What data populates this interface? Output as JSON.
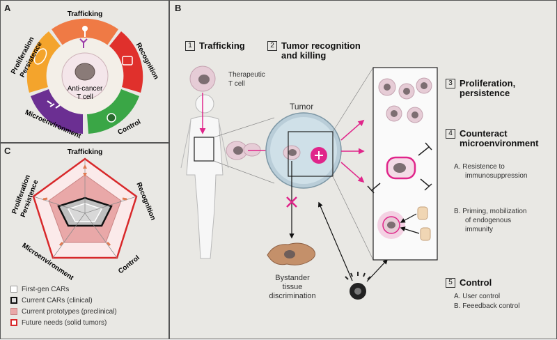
{
  "panel_a": {
    "label": "A",
    "segments": [
      "Trafficking",
      "Recognition",
      "Control",
      "Microenvironment",
      "Proliferation",
      "Persistence"
    ],
    "center_line1": "Anti-cancer",
    "center_line2": "T cell",
    "colors": {
      "trafficking": "#ef7a45",
      "recognition": "#e0302c",
      "control": "#3aa646",
      "microenvironment": "#6b2f92",
      "proliferation": "#f4a42c"
    }
  },
  "panel_c": {
    "label": "C",
    "axes": [
      "Trafficking",
      "Recognition",
      "Control",
      "Microenvironment",
      "Proliferation",
      "Persistence"
    ],
    "legend": [
      {
        "label": "First-gen CARs",
        "style": "outline-light"
      },
      {
        "label": "Current CARs (clinical)",
        "style": "outline-dark"
      },
      {
        "label": "Current prototypes (preclinical)",
        "style": "fill-pink"
      },
      {
        "label": "Future needs (solid tumors)",
        "style": "outline-red"
      }
    ]
  },
  "panel_b": {
    "label": "B",
    "step1": {
      "num": "1",
      "title": "Trafficking"
    },
    "step2": {
      "num": "2",
      "title_line1": "Tumor recognition",
      "title_line2": "and killing"
    },
    "therapeutic_line1": "Therapeutic",
    "therapeutic_line2": "T cell",
    "tumor": "Tumor",
    "bystander_line1": "Bystander",
    "bystander_line2": "tissue",
    "bystander_line3": "discrimination",
    "step3": {
      "num": "3",
      "title_line1": "Proliferation,",
      "title_line2": "persistence"
    },
    "step4": {
      "num": "4",
      "title_line1": "Counteract",
      "title_line2": "microenvironment"
    },
    "item_a_line1": "A.  Resistence to",
    "item_a_line2": "immunosuppression",
    "item_b_line1": "B.  Priming, mobilization",
    "item_b_line2": "of endogenous",
    "item_b_line3": "immunity",
    "step5": {
      "num": "5",
      "title": "Control"
    },
    "control_a": "A.  User control",
    "control_b": "B.  Feeedback control"
  }
}
